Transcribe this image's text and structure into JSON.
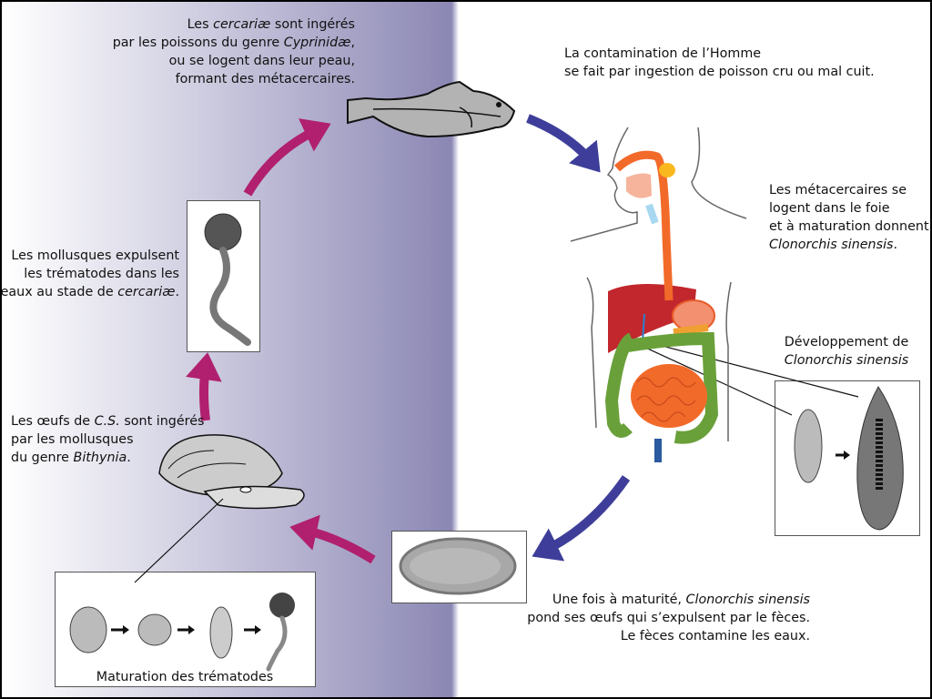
{
  "colors": {
    "background_gradient_start": "#ffffff",
    "background_gradient_end": "#8a86b3",
    "water_stage_arrow": "#b0206e",
    "human_stage_arrow": "#3e3e9a",
    "liver": "#c1272d",
    "digestive_tract": "#f26a2a",
    "colon": "#6aa03a"
  },
  "captions": {
    "fish_ingestion": [
      [
        {
          "t": "Les "
        },
        {
          "t": "cercariæ",
          "i": true
        },
        {
          "t": " sont ingérés"
        }
      ],
      [
        {
          "t": "par les poissons du genre "
        },
        {
          "t": "Cyprinidæ",
          "i": true
        },
        {
          "t": ","
        }
      ],
      [
        {
          "t": "ou se logent dans leur peau,"
        }
      ],
      [
        {
          "t": "formant des métacercaires."
        }
      ]
    ],
    "human_contamination": [
      [
        {
          "t": "La contamination de l’Homme"
        }
      ],
      [
        {
          "t": "se fait par ingestion de poisson cru ou mal cuit."
        }
      ]
    ],
    "liver_maturation": [
      [
        {
          "t": "Les métacercaires se"
        }
      ],
      [
        {
          "t": "logent dans le foie"
        }
      ],
      [
        {
          "t": "et à maturation donnent"
        }
      ],
      [
        {
          "t": "Clonorchis sinensis",
          "i": true
        },
        {
          "t": "."
        }
      ]
    ],
    "development": [
      [
        {
          "t": "Développement de"
        }
      ],
      [
        {
          "t": "Clonorchis sinensis",
          "i": true
        }
      ]
    ],
    "egg_laying": [
      [
        {
          "t": "Une fois à maturité, "
        },
        {
          "t": "Clonorchis sinensis",
          "i": true
        }
      ],
      [
        {
          "t": "pond ses œufs qui s’expulsent par le fèces."
        }
      ],
      [
        {
          "t": "Le fèces contamine les eaux."
        }
      ]
    ],
    "mollusc_ingestion": [
      [
        {
          "t": "Les œufs de "
        },
        {
          "t": "C.S.",
          "i": true
        },
        {
          "t": " sont ingérés"
        }
      ],
      [
        {
          "t": "par les mollusques"
        }
      ],
      [
        {
          "t": "du genre "
        },
        {
          "t": "Bithynia",
          "i": true
        },
        {
          "t": "."
        }
      ]
    ],
    "cercariae_release": [
      [
        {
          "t": "Les mollusques expulsent"
        }
      ],
      [
        {
          "t": "les trématodes dans les"
        }
      ],
      [
        {
          "t": "eaux au stade de "
        },
        {
          "t": "cercariæ",
          "i": true
        },
        {
          "t": "."
        }
      ]
    ],
    "maturation": [
      [
        {
          "t": "Maturation des trématodes"
        }
      ]
    ]
  }
}
